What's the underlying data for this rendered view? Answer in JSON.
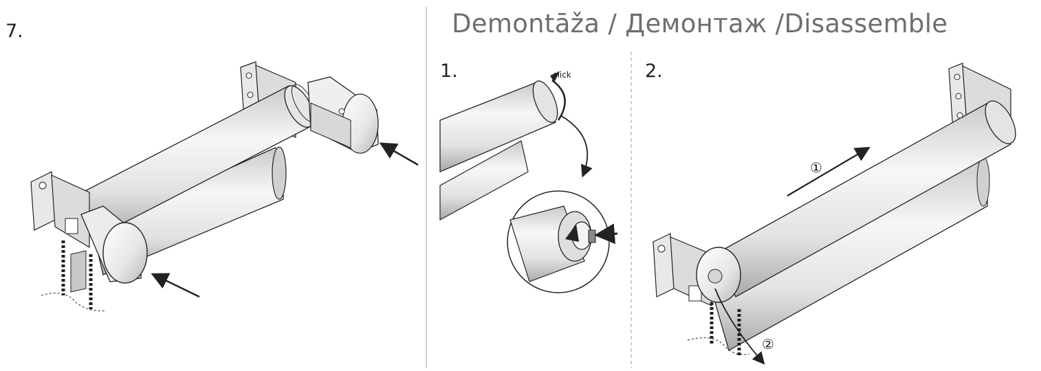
{
  "labels": {
    "step7": "7.",
    "title": "Demontāža / Демонтаж /Disassemble",
    "step1": "1.",
    "step2": "2.",
    "click": "click",
    "order1": "①",
    "order2": "②"
  },
  "colors": {
    "line": "#222222",
    "tube_light": "#f4f4f4",
    "tube_dark": "#bdbdbd",
    "divider": "#bfbfbf"
  }
}
